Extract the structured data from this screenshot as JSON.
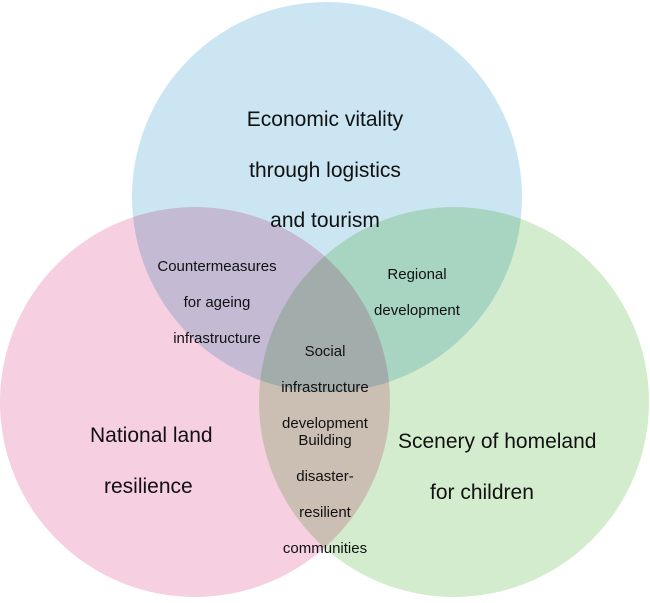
{
  "sets": {
    "top": {
      "lines": [
        "Economic vitality",
        "through logistics",
        "and tourism"
      ],
      "color": "#cbe6f2"
    },
    "left": {
      "lines": [
        "National land",
        "resilience"
      ],
      "color": "#f6cfe0"
    },
    "right": {
      "lines": [
        "Scenery of homeland",
        "for children"
      ],
      "color": "#d3eccd"
    }
  },
  "intersections": {
    "top_left": [
      "Countermeasures",
      "for ageing",
      "infrastructure"
    ],
    "top_right": [
      "Regional",
      "development"
    ],
    "left_right": [
      "Building",
      "disaster-",
      "resilient",
      "communities"
    ],
    "center": [
      "Social",
      "infrastructure",
      "development"
    ]
  }
}
